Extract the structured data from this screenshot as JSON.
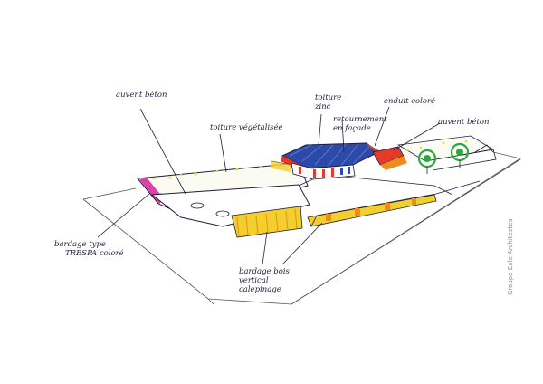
{
  "annotations": {
    "auvent_beton_left": "auvent béton",
    "toiture_vegetalisee": "toiture végétalisée",
    "toiture_zinc_1": "toiture",
    "toiture_zinc_2": "zinc",
    "retournement_1": "retournement",
    "retournement_2": "en façade",
    "enduit_colore": "enduit coloré",
    "auvent_beton_right": "auvent béton",
    "bardage_trespa_1": "bardage type",
    "bardage_trespa_2": "TRESPA coloré",
    "bardage_bois_1": "bardage bois",
    "bardage_bois_2": "vertical",
    "bardage_bois_3": "calepinage"
  },
  "credit": "Groupe Eole Architectes",
  "colors": {
    "ink": "#1e1e3c",
    "yellow": "#f3cf2e",
    "orange": "#f08a1c",
    "red": "#e43a2a",
    "blue": "#2e4aa8",
    "green": "#2aa83a",
    "lime": "#cfe63a",
    "magenta": "#d6229a"
  }
}
